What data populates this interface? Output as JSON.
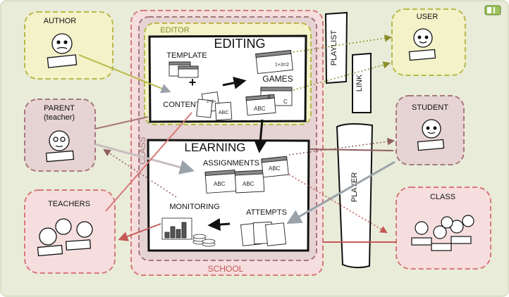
{
  "colors": {
    "background": "#e9ecd9",
    "olive": "#c7c96a",
    "olive_fill": "#f3f2c9",
    "rose": "#d87878",
    "rose_fill": "#f6dede",
    "mauve": "#a8787a",
    "mauve_fill": "#e6d3d4",
    "dark_green": "#8a8f2c",
    "red_arrow": "#c45757",
    "brown_arrow": "#8f5e60",
    "grey_arrow": "#9aa2aa"
  },
  "actors": {
    "author": "AUTHOR",
    "parent": "PARENT",
    "parent_sub": "(teacher)",
    "teachers": "TEACHERS",
    "user": "USER",
    "student": "STUDENT",
    "class": "CLASS"
  },
  "zones": {
    "editor": "EDITOR",
    "class": "CLASS",
    "school": "SCHOOL"
  },
  "editing": {
    "title": "EDITING",
    "template": "TEMPLATE",
    "content": "CONTENT",
    "games": "GAMES"
  },
  "learning": {
    "title": "LEARNING",
    "assignments": "ASSIGNMENTS",
    "monitoring": "MONITORING",
    "attempts": "ATTEMPTS"
  },
  "scrolls": {
    "playlist": "PLAYLIST",
    "link": "LINK",
    "player": "PLAYER"
  },
  "symbols": {
    "plus": "+",
    "doc_label": "ABC",
    "doc_numbers": "2+3=",
    "doc_letter_a": "A",
    "doc_letter_c": "C",
    "doc_numbers_small": "1+3=2"
  },
  "icons": {
    "corner_toggle": "toggle-icon"
  }
}
